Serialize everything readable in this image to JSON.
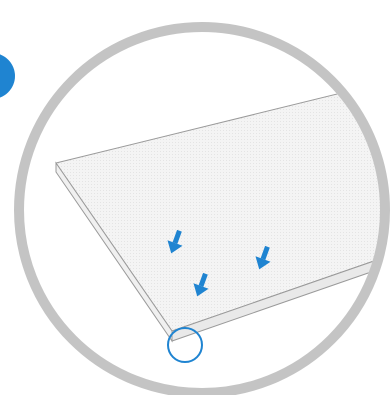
{
  "illustration": {
    "colors": {
      "background": "#ffffff",
      "ring": "#c4c4c4",
      "panel_top": "#f4f4f4",
      "panel_edge": "#e9e9e9",
      "panel_outline": "#9a9a9a",
      "arrow": "#1f84d1",
      "corner_highlight": "#1f84d1",
      "step_marker": "#1f84d1"
    },
    "icons": [
      "magnifier-ring",
      "panel",
      "press-down-arrow",
      "press-down-arrow",
      "press-down-arrow",
      "corner-highlight-circle",
      "step-marker"
    ]
  }
}
